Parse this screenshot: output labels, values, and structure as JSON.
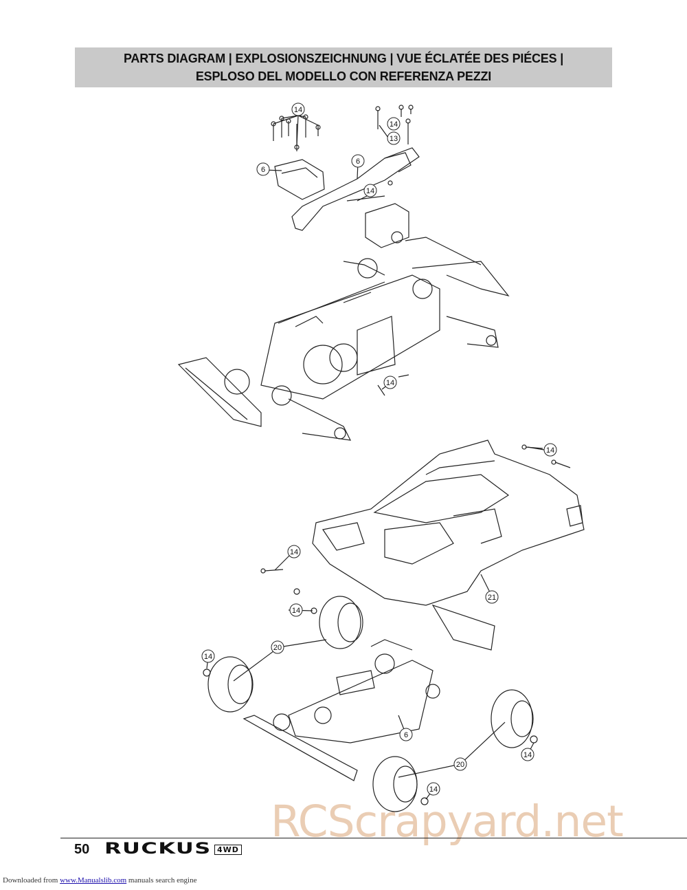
{
  "header": {
    "line1": "PARTS DIAGRAM | EXPLOSIONSZEICHNUNG |  VUE ÉCLATÉE DES PIÉCES |",
    "line2": "ESPLOSO DEL MODELLO CON REFERENZA PEZZI"
  },
  "callouts": {
    "c14a": "14",
    "c14b": "14",
    "c13": "13",
    "c6a": "6",
    "c6b": "6",
    "c14c": "14",
    "c14d": "14",
    "c14e": "14",
    "c14f": "14",
    "c21": "21",
    "c14g": "14",
    "c20a": "20",
    "c14h": "14",
    "c6c": "6",
    "c20b": "20",
    "c14i": "14",
    "c14j": "14"
  },
  "watermark": "RCScrapyard.net",
  "footer": {
    "page_number": "50",
    "logo": "RUCKUS",
    "logo_suffix": "4WD"
  },
  "download": {
    "prefix": "Downloaded from ",
    "link": "www.Manualslib.com",
    "suffix": "  manuals search engine"
  }
}
